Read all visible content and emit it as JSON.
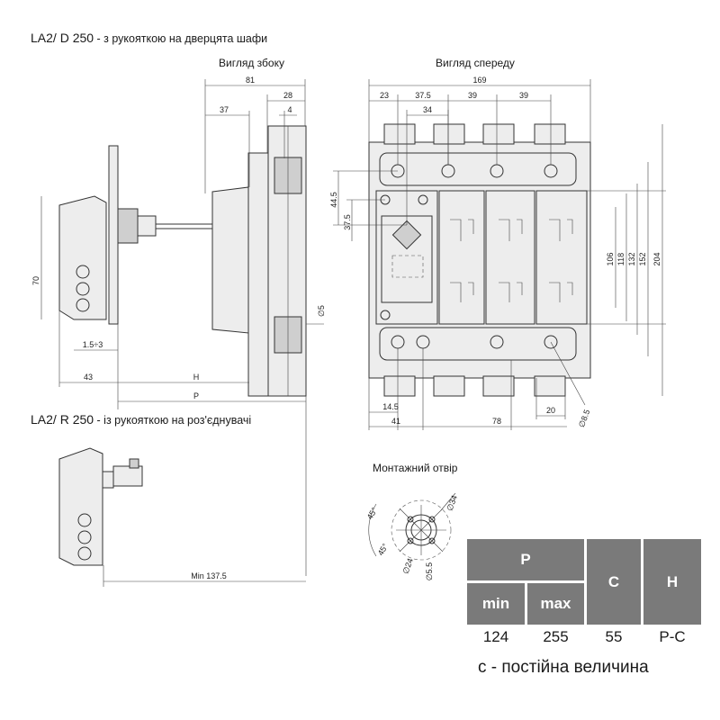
{
  "titles": {
    "d250_main": "LA2/ D 250",
    "d250_sub": " - з рукояткою на дверцята шафи",
    "r250_main": "LA2/ R 250",
    "r250_sub": " - із рукояткою на роз'єднувачі"
  },
  "views": {
    "side": "Вигляд збоку",
    "front": "Вигляд спереду",
    "hole": "Монтажний отвір"
  },
  "side_dims": {
    "d81": "81",
    "d28": "28",
    "d37": "37",
    "d4": "4",
    "d70": "70",
    "d15_3": "1.5÷3",
    "d43": "43",
    "dH": "H",
    "dP": "P",
    "d5": "∅5",
    "min137": "Min 137.5"
  },
  "front_dims": {
    "d169": "169",
    "d23": "23",
    "d37_5": "37.5",
    "d39a": "39",
    "d39b": "39",
    "d34": "34",
    "d44_5": "44.5",
    "d37_5v": "37.5",
    "d106": "106",
    "d118": "118",
    "d132": "132",
    "d152": "152",
    "d204": "204",
    "d14_5": "14.5",
    "d41": "41",
    "d78": "78",
    "d20": "20",
    "d8_5": "∅8.5"
  },
  "hole_dims": {
    "a45a": "45°",
    "a45b": "45°",
    "d34": "∅34",
    "d24": "∅24",
    "d5_5": "∅5.5"
  },
  "table": {
    "P": "P",
    "C": "C",
    "H": "H",
    "min": "min",
    "max": "max",
    "v_min": "124",
    "v_max": "255",
    "v_C": "55",
    "v_H": "P-C"
  },
  "note": "c - постійна величина"
}
